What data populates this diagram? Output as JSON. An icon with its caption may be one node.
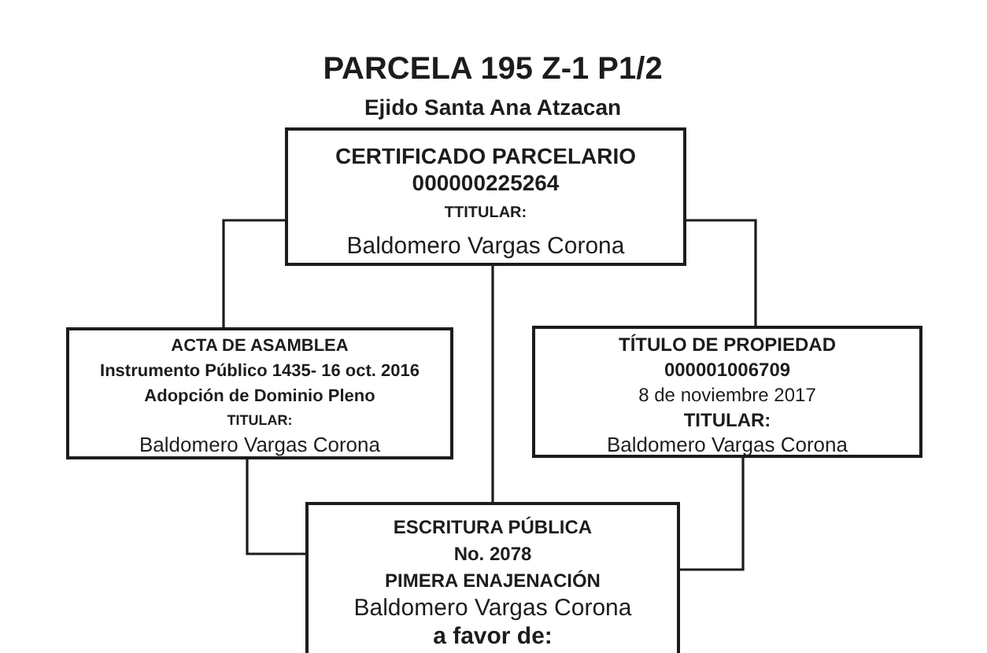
{
  "diagram": {
    "title": "PARCELA 195 Z-1 P1/2",
    "nodes": [
      {
        "text": [
          "CERTIFICADO PARCELARIO",
          "000000225264",
          "TTITULAR:",
          "Baldomero Vargas Corona"
        ]
      },
      {
        "text": [
          "ACTA DE ASAMBLEA",
          "Instrumento Público 1435- 16 oct. 2016",
          "Adopción de Dominio Pleno",
          "TITULAR:",
          "Baldomero Vargas Corona"
        ]
      },
      {
        "text": [
          "TÍTULO DE PROPIEDAD",
          "000001006709",
          "8 de noviembre 2017",
          "TITULAR:",
          "Baldomero Vargas Corona"
        ]
      },
      {
        "text": [
          "ESCRITURA PÚBLICA",
          "No. 2078",
          "PIMERA ENAJENACIÓN",
          "Baldomero Vargas Corona",
          "a favor de:"
        ]
      }
    ],
    "edges": [
      {
        "from": 0,
        "to": 1,
        "arrow": "none"
      },
      {
        "from": 0,
        "to": 2,
        "arrow": "none"
      },
      {
        "from": 0,
        "to": 3,
        "arrow": "none"
      },
      {
        "from": 1,
        "to": 3,
        "arrow": "none"
      },
      {
        "from": 2,
        "to": 3,
        "arrow": "none"
      }
    ],
    "labels": [
      "Ejido Santa Ana Atzacan"
    ]
  }
}
